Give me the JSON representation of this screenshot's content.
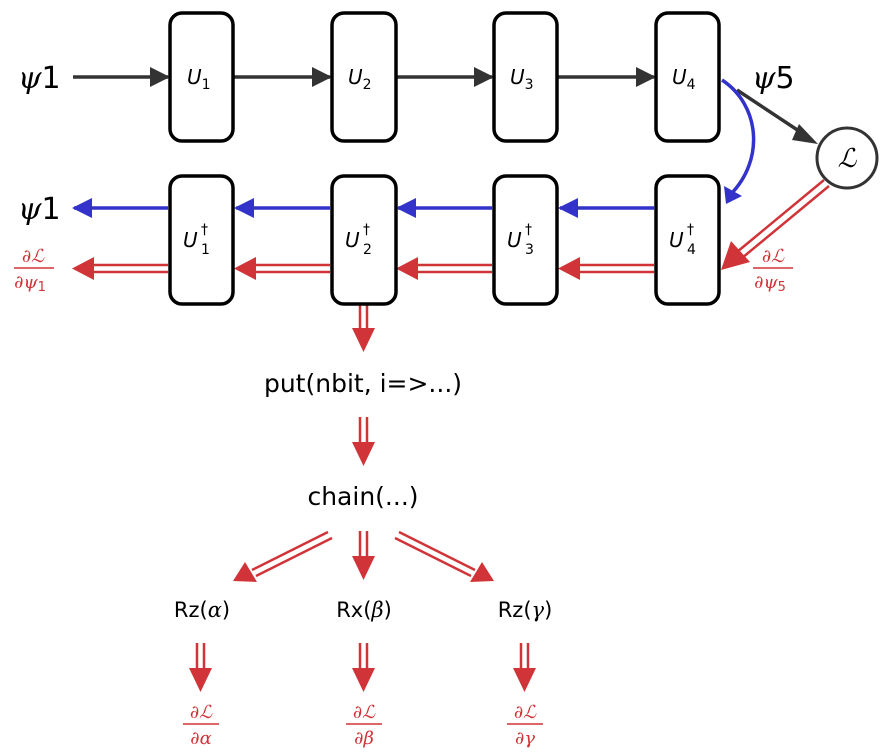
{
  "forward": {
    "input": {
      "symbol": "ψ",
      "sub": "1"
    },
    "output": {
      "symbol": "ψ",
      "sub": "5"
    },
    "gates": [
      {
        "symbol": "U",
        "sub": "1"
      },
      {
        "symbol": "U",
        "sub": "2"
      },
      {
        "symbol": "U",
        "sub": "3"
      },
      {
        "symbol": "U",
        "sub": "4"
      }
    ]
  },
  "loss": {
    "symbol": "ℒ"
  },
  "backward": {
    "output": {
      "symbol": "ψ",
      "sub": "1"
    },
    "gates": [
      {
        "symbol": "U",
        "sub": "1",
        "sup": "†"
      },
      {
        "symbol": "U",
        "sub": "2",
        "sup": "†"
      },
      {
        "symbol": "U",
        "sub": "3",
        "sup": "†"
      },
      {
        "symbol": "U",
        "sub": "4",
        "sup": "†"
      }
    ]
  },
  "gradients": {
    "input_grad": {
      "num": "∂ℒ",
      "den": "∂ψ",
      "den_sub": "1"
    },
    "output_grad": {
      "num": "∂ℒ",
      "den": "∂ψ",
      "den_sub": "5"
    },
    "params": [
      {
        "num": "∂ℒ",
        "den": "∂α"
      },
      {
        "num": "∂ℒ",
        "den": "∂β"
      },
      {
        "num": "∂ℒ",
        "den": "∂γ"
      }
    ]
  },
  "pipeline": {
    "put": "put(nbit, i=>...)",
    "chain": "chain(...)"
  },
  "rotations": [
    {
      "prefix": "Rz(",
      "param": "α",
      "suffix": ")"
    },
    {
      "prefix": "Rx(",
      "param": "β",
      "suffix": ")"
    },
    {
      "prefix": "Rz(",
      "param": "γ",
      "suffix": ")"
    }
  ],
  "colors": {
    "forward": "#333333",
    "backward": "#3333cc",
    "gradient": "#d13438"
  }
}
